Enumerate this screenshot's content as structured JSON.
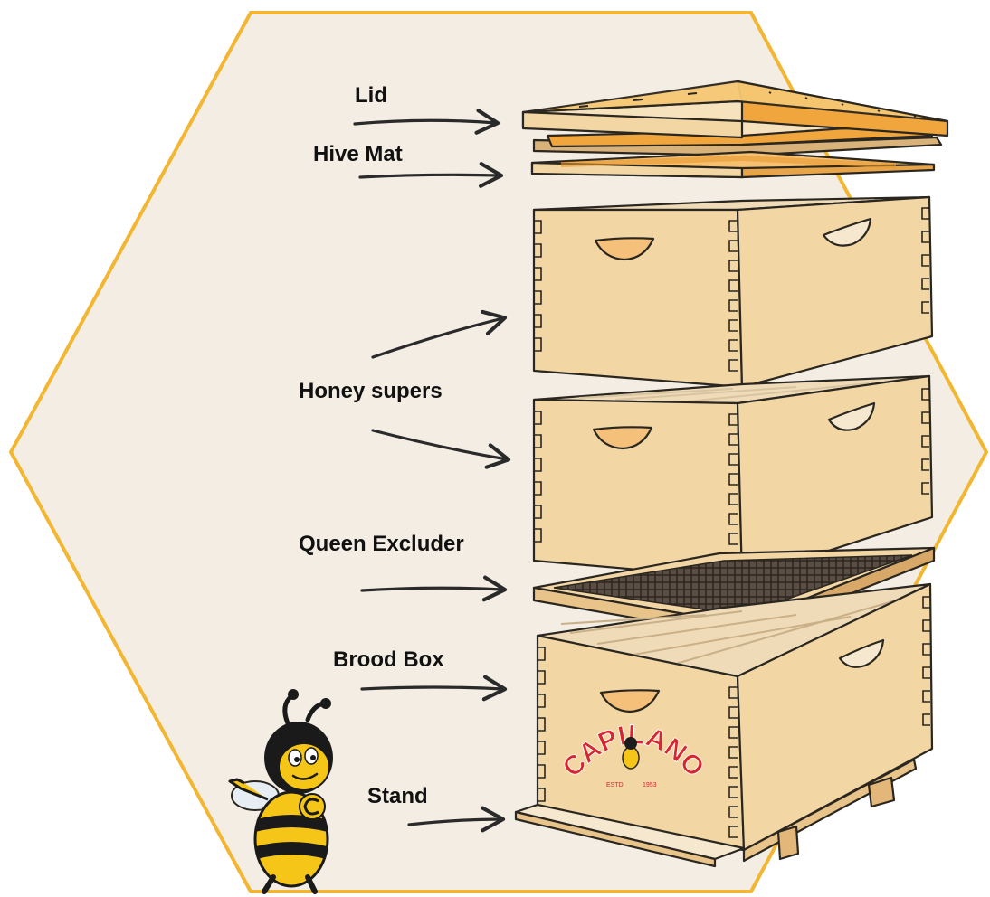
{
  "labels": {
    "lid": "Lid",
    "hive_mat": "Hive Mat",
    "honey_supers": "Honey supers",
    "queen_excluder": "Queen Excluder",
    "brood_box": "Brood Box",
    "stand": "Stand"
  },
  "logo": {
    "brand": "CAPILANO",
    "estd": "ESTD",
    "year": "1953"
  },
  "colors": {
    "hexagon_fill": "#f3ede4",
    "hexagon_border": "#f2b632",
    "wood": "#f2d6a4",
    "wood_light": "#f6e2bc",
    "wood_orange": "#f0a63c",
    "brand_red": "#d6262f",
    "bee_yellow": "#f5c518"
  },
  "icons": [
    "hexagon-background",
    "bee-mascot-icon",
    "capilano-logo"
  ]
}
